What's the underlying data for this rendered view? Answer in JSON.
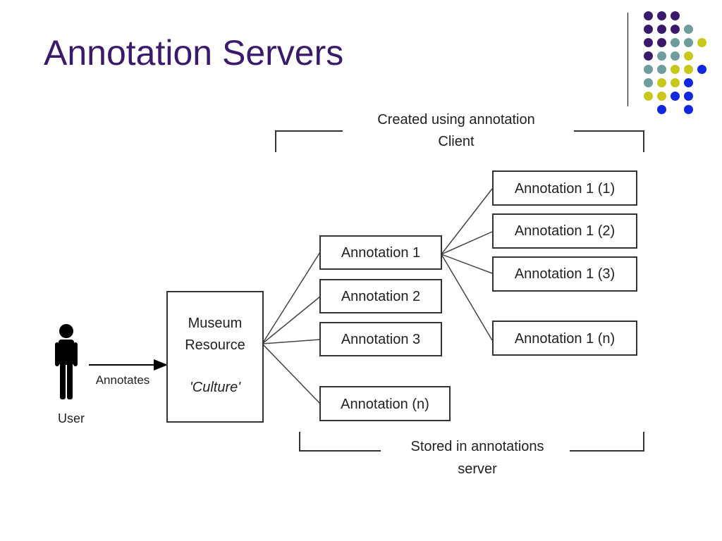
{
  "title": "Annotation Servers",
  "colors": {
    "title": "#3b1a6e",
    "purple": "#3b1a6e",
    "teal": "#6f9d9e",
    "yellow": "#c9c81a",
    "blue": "#1027e0"
  },
  "diagram": {
    "user_label": "User",
    "annotates_label": "Annotates",
    "resource": {
      "line1": "Museum",
      "line2": "Resource",
      "line3": "'Culture'"
    },
    "annotations": [
      "Annotation 1",
      "Annotation 2",
      "Annotation 3",
      "Annotation (n)"
    ],
    "sub_annotations": [
      "Annotation 1 (1)",
      "Annotation 1 (2)",
      "Annotation 1 (3)",
      "Annotation 1 (n)"
    ],
    "top_bracket": {
      "line1": "Created using annotation",
      "line2": "Client"
    },
    "bottom_bracket": {
      "line1": "Stored in annotations",
      "line2": "server"
    }
  }
}
